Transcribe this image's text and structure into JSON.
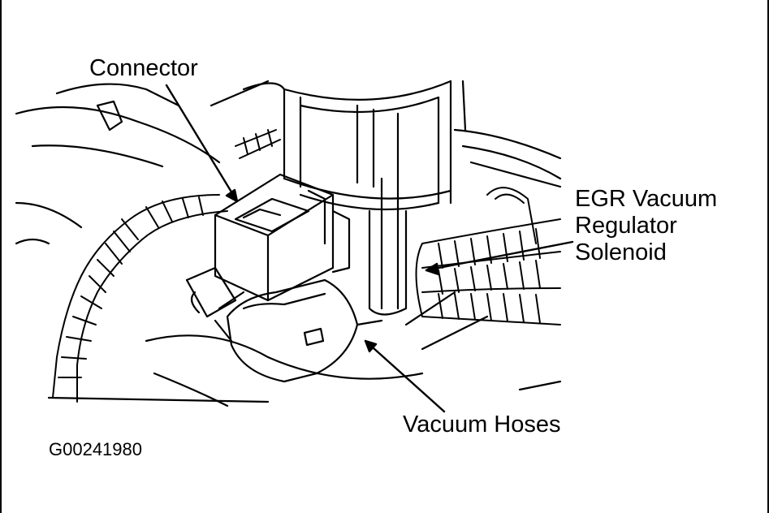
{
  "labels": {
    "connector": "Connector",
    "egr_line1": "EGR Vacuum",
    "egr_line2": "Regulator",
    "egr_line3": "Solenoid",
    "vacuum_hoses": "Vacuum Hoses"
  },
  "figure_id": "G00241980",
  "colors": {
    "ink": "#000000",
    "background": "#ffffff"
  }
}
